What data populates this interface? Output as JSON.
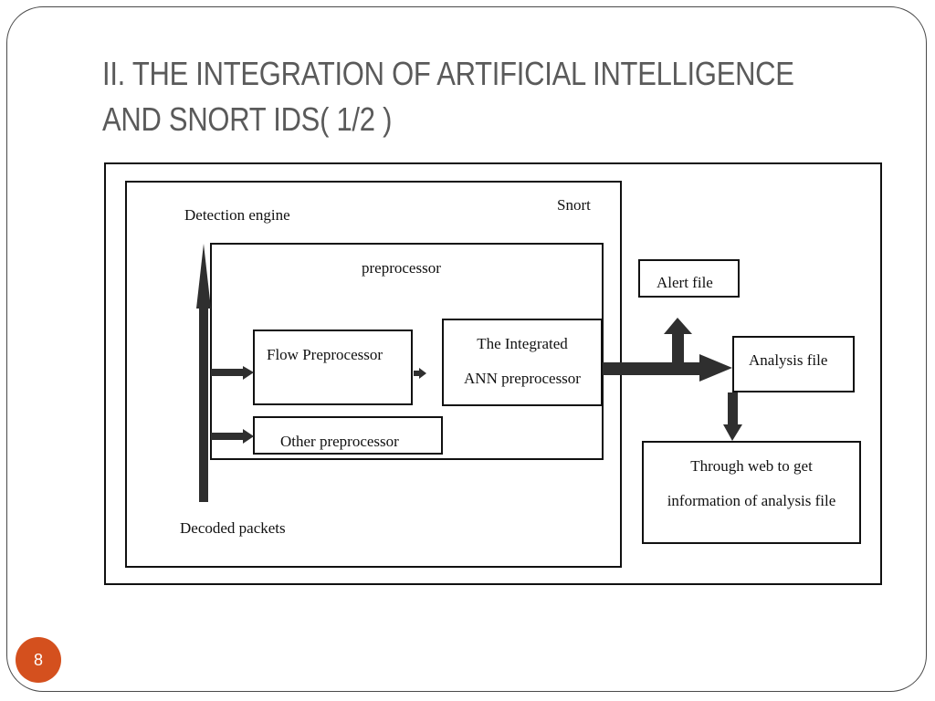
{
  "slide": {
    "title_line1": "II. THE INTEGRATION OF ARTIFICIAL INTELLIGENCE",
    "title_line2": "AND SNORT IDS( 1/2 )",
    "page_number": "8",
    "accent_color": "#d4501e"
  },
  "diagram": {
    "snort_label": "Snort",
    "detection_engine_label": "Detection engine",
    "decoded_packets_label": "Decoded packets",
    "preprocessor_label": "preprocessor",
    "flow_preprocessor_label": "Flow Preprocessor",
    "other_preprocessor_label": "Other preprocessor",
    "ann_preprocessor_line1": "The Integrated",
    "ann_preprocessor_line2": "ANN preprocessor",
    "alert_file_label": "Alert file",
    "analysis_file_label": "Analysis file",
    "web_info_line1": "Through web to get",
    "web_info_line2": "information of analysis file"
  }
}
